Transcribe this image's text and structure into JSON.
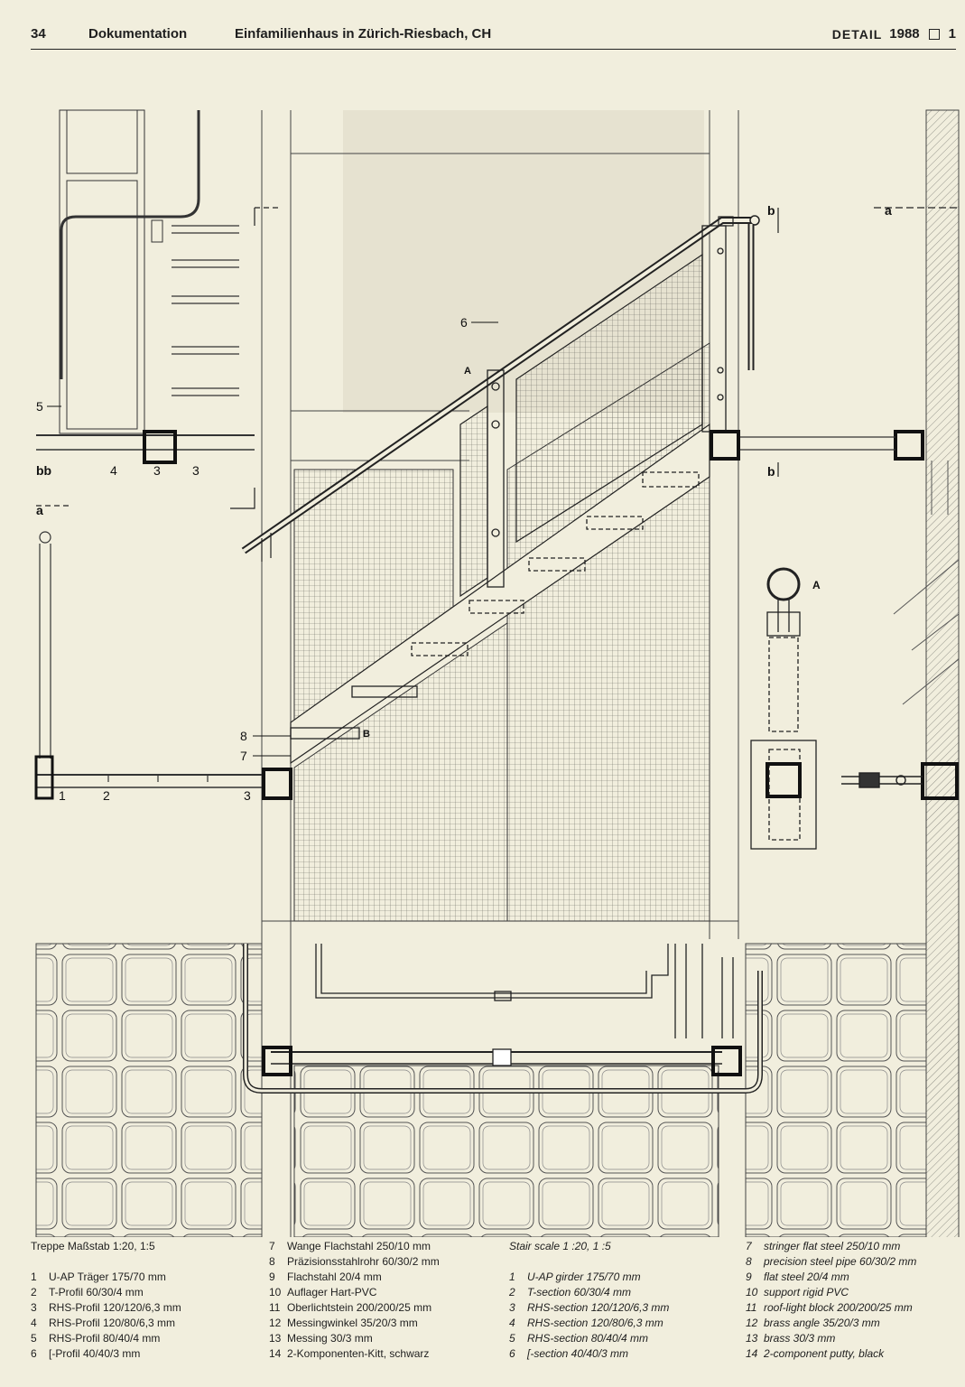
{
  "header": {
    "page_number": "34",
    "section": "Dokumentation",
    "title": "Einfamilienhaus in Zürich-Riesbach, CH",
    "brand": "DETAIL",
    "year": "1988",
    "issue": "1"
  },
  "drawing_labels": {
    "bb": "bb",
    "a": "a",
    "b": "b",
    "A": "A",
    "B": "B",
    "n1": "1",
    "n2": "2",
    "n3": "3",
    "n4": "4",
    "n5": "5",
    "n6": "6",
    "n7": "7",
    "n8": "8"
  },
  "legend_de": {
    "heading": "Treppe    Maßstab 1:20, 1:5",
    "items": [
      {
        "n": "1",
        "text": "U-AP Träger 175/70 mm"
      },
      {
        "n": "2",
        "text": "T-Profil 60/30/4 mm"
      },
      {
        "n": "3",
        "text": "RHS-Profil 120/120/6,3 mm"
      },
      {
        "n": "4",
        "text": "RHS-Profil 120/80/6,3 mm"
      },
      {
        "n": "5",
        "text": "RHS-Profil 80/40/4 mm"
      },
      {
        "n": "6",
        "text": "[-Profil 40/40/3 mm"
      },
      {
        "n": "7",
        "text": "Wange Flachstahl 250/10 mm"
      },
      {
        "n": "8",
        "text": "Präzisionsstahlrohr 60/30/2 mm"
      },
      {
        "n": "9",
        "text": "Flachstahl 20/4 mm"
      },
      {
        "n": "10",
        "text": "Auflager Hart-PVC"
      },
      {
        "n": "11",
        "text": "Oberlichtstein 200/200/25 mm"
      },
      {
        "n": "12",
        "text": "Messingwinkel 35/20/3 mm"
      },
      {
        "n": "13",
        "text": "Messing 30/3 mm"
      },
      {
        "n": "14",
        "text": "2-Komponenten-Kitt, schwarz"
      }
    ]
  },
  "legend_en": {
    "heading": "Stair    scale 1 :20, 1 :5",
    "items": [
      {
        "n": "1",
        "text": "U-AP girder 175/70 mm"
      },
      {
        "n": "2",
        "text": "T-section 60/30/4 mm"
      },
      {
        "n": "3",
        "text": "RHS-section 120/120/6,3 mm"
      },
      {
        "n": "4",
        "text": "RHS-section 120/80/6,3 mm"
      },
      {
        "n": "5",
        "text": "RHS-section 80/40/4 mm"
      },
      {
        "n": "6",
        "text": "[-section 40/40/3 mm"
      },
      {
        "n": "7",
        "text": "stringer flat steel 250/10 mm"
      },
      {
        "n": "8",
        "text": "precision steel pipe 60/30/2 mm"
      },
      {
        "n": "9",
        "text": "flat steel 20/4 mm"
      },
      {
        "n": "10",
        "text": "support rigid PVC"
      },
      {
        "n": "11",
        "text": "roof-light block 200/200/25 mm"
      },
      {
        "n": "12",
        "text": "brass angle 35/20/3 mm"
      },
      {
        "n": "13",
        "text": "brass 30/3 mm"
      },
      {
        "n": "14",
        "text": "2-component putty, black"
      }
    ]
  }
}
